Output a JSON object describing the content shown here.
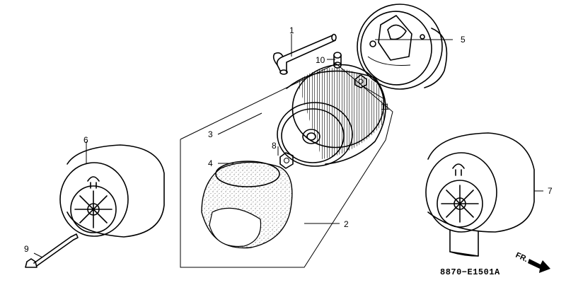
{
  "diagram": {
    "callouts": [
      "1",
      "2",
      "3",
      "4",
      "5",
      "6",
      "7",
      "8",
      "9",
      "10",
      "11"
    ],
    "drawing_code": "8870−E1501A",
    "direction_label": "FR.",
    "colors": {
      "line": "#000000",
      "background": "#ffffff",
      "stipple": "#555555"
    }
  }
}
